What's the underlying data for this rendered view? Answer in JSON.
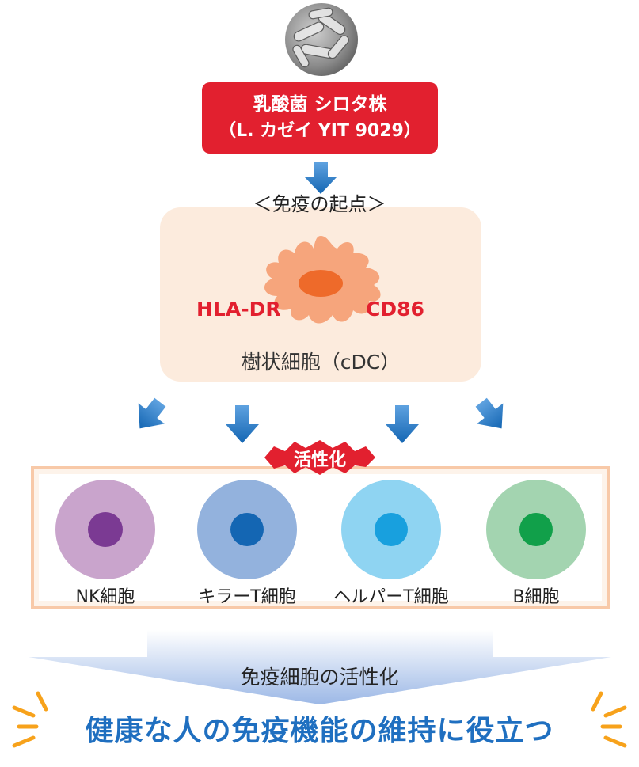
{
  "top_box": {
    "line1": "乳酸菌 シロタ株",
    "line2": "（L. カゼイ YIT 9029）"
  },
  "origin_label": "＜免疫の起点＞",
  "dendritic_cell": {
    "label": "樹状細胞（cDC）",
    "marker_left": "HLA-DR",
    "marker_right": "CD86"
  },
  "activation_badge": "活性化",
  "cells": [
    {
      "label": "NK細胞",
      "outer_color": "#c9a4cc",
      "nucleus_color": "#7b3a93"
    },
    {
      "label": "キラーT細胞",
      "outer_color": "#93b2dd",
      "nucleus_color": "#1466b3"
    },
    {
      "label": "ヘルパーT細胞",
      "outer_color": "#8fd4f2",
      "nucleus_color": "#18a0de"
    },
    {
      "label": "B細胞",
      "outer_color": "#a3d4b0",
      "nucleus_color": "#11a04a"
    }
  ],
  "funnel_text": "免疫細胞の活性化",
  "bottom_text": "健康な人の免疫機能の維持に役立つ",
  "colors": {
    "red": "#e2202f",
    "arrow_blue": "#1f6fc0",
    "panel_peach": "#fcebdd",
    "cell_body": "#f6a57c",
    "cell_nucleus": "#ee6a2a",
    "burst_orange": "#f7a21b"
  },
  "icons": [
    "bacteria-photo",
    "down-arrow-icon",
    "dendritic-cell-icon",
    "sparkle-icon"
  ]
}
